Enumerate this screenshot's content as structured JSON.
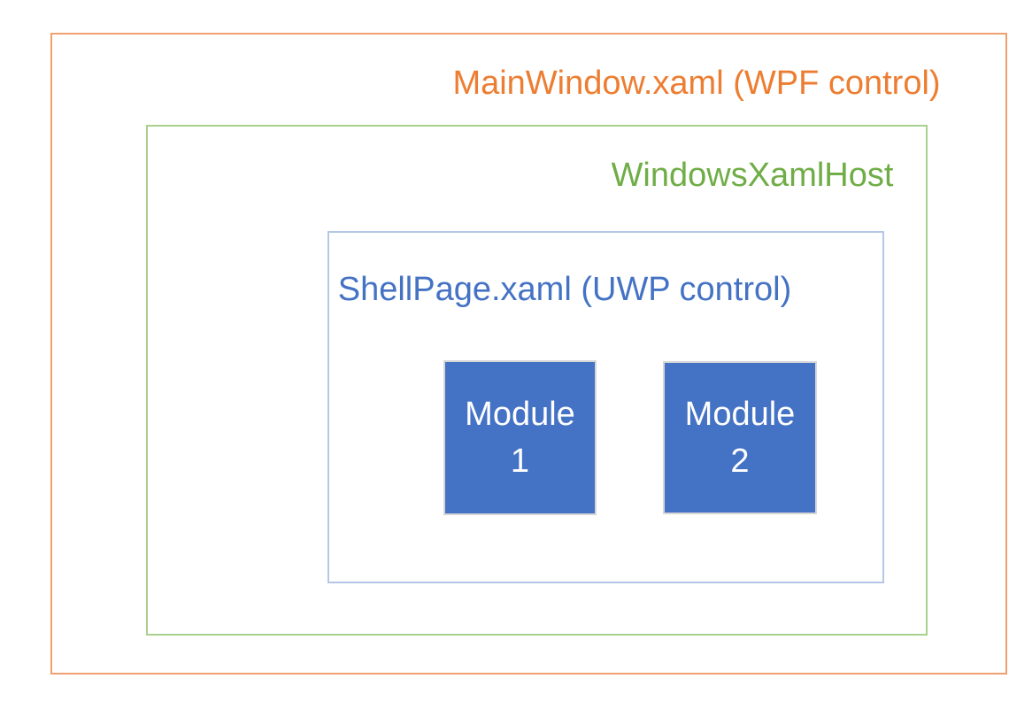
{
  "diagram": {
    "title_context": "XAML islands hosting architecture diagram",
    "main_window": {
      "label": "MainWindow.xaml (WPF control)"
    },
    "xaml_host": {
      "label": "WindowsXamlHost"
    },
    "shell_page": {
      "label": "ShellPage.xaml (UWP control)"
    },
    "modules": [
      {
        "name": "Module",
        "number": "1"
      },
      {
        "name": "Module",
        "number": "2"
      }
    ],
    "colors": {
      "main_window_text": "#ED7D31",
      "main_window_border": "#F0A06E",
      "xaml_host_text": "#70AD47",
      "xaml_host_border": "#A9D18E",
      "shell_page_text": "#4472C4",
      "shell_page_border": "#B4C7E7",
      "module_fill": "#4472C4",
      "module_border": "#D6D6D6",
      "module_text": "#FFFFFF",
      "background": "#FFFFFF"
    }
  }
}
